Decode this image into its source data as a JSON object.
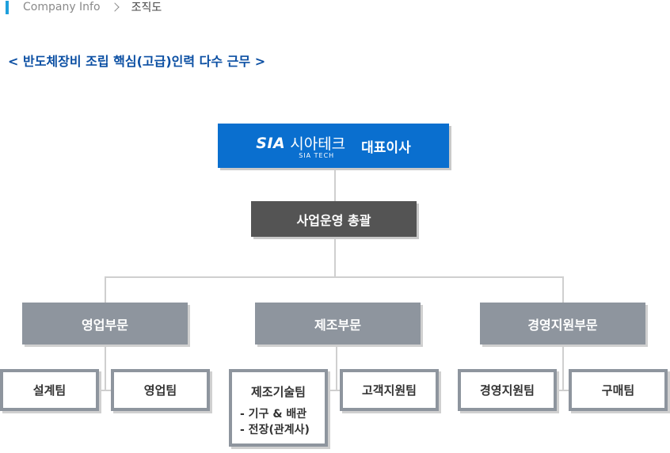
{
  "breadcrumb": {
    "parent": "Company Info",
    "current": "조직도"
  },
  "heading": "< 반도체장비 조립 핵심(고급)인력 다수 근무 >",
  "colors": {
    "ceo": "#0a6fcf",
    "ops": "#545454",
    "dept": "#8e959e",
    "heading": "#0b4fa3",
    "accent": "#1ea0dc"
  },
  "org": {
    "ceo": {
      "logo_mark": "SIA",
      "logo_name": "시아테크",
      "logo_sub": "SIA TECH",
      "title": "대표이사"
    },
    "ops": {
      "title": "사업운영 총괄"
    },
    "departments": [
      {
        "name": "영업부문",
        "teams": [
          "설계팀",
          "영업팀"
        ]
      },
      {
        "name": "제조부문",
        "teams": [
          "제조기술팀",
          "고객지원팀"
        ]
      },
      {
        "name": "경영지원부문",
        "teams": [
          "경영지원팀",
          "구매팀"
        ]
      }
    ],
    "manufacturing_tech_details": [
      "- 기구 & 배관",
      "- 전장(관계사)"
    ]
  }
}
